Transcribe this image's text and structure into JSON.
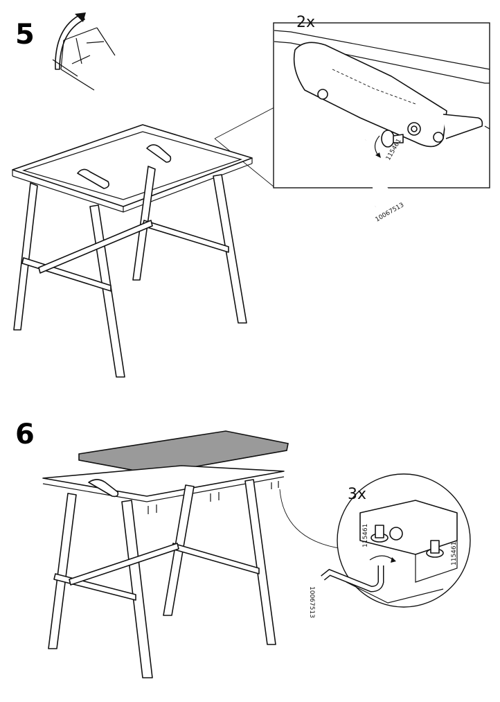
{
  "steps": [
    {
      "number": "5",
      "detail": {
        "quantity": "2x",
        "part_screw": "115461",
        "part_key": "10067513"
      }
    },
    {
      "number": "6",
      "detail": {
        "quantity": "3x",
        "part_screw_left": "115461",
        "part_screw_right": "115461",
        "part_key": "10067513"
      }
    }
  ]
}
